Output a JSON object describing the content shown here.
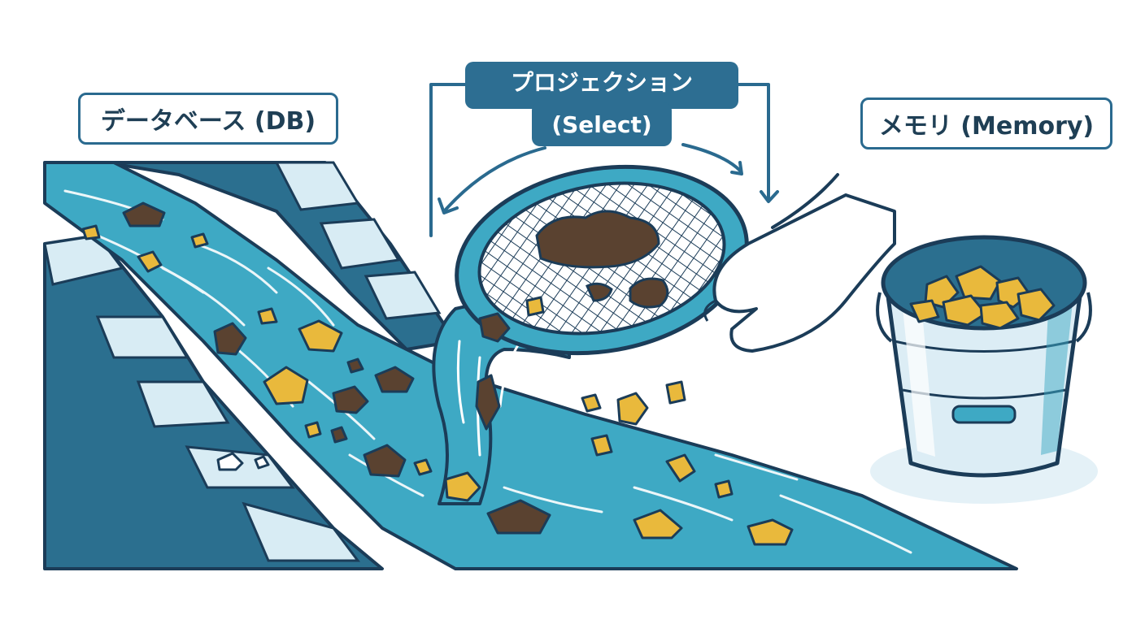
{
  "labels": {
    "database": "データベース (DB)",
    "projection_line1": "プロジェクション",
    "projection_line2": "(Select)",
    "memory": "メモリ (Memory)"
  },
  "colors": {
    "water": "#3ea9c4",
    "water_dark": "#2b7fa0",
    "rock_face": "#2b6f8f",
    "rock_light": "#d8ecf4",
    "outline": "#1b3c58",
    "label_fill": "#2d6e92",
    "gold": "#e9b93c",
    "dirt": "#5a4230",
    "bucket": "#dcedf5"
  },
  "icons": {
    "sieve": "sieve-icon",
    "hand": "hand-icon",
    "bucket": "bucket-icon",
    "gold_nugget": "gold-nugget-icon",
    "dirt_clump": "dirt-clump-icon"
  }
}
